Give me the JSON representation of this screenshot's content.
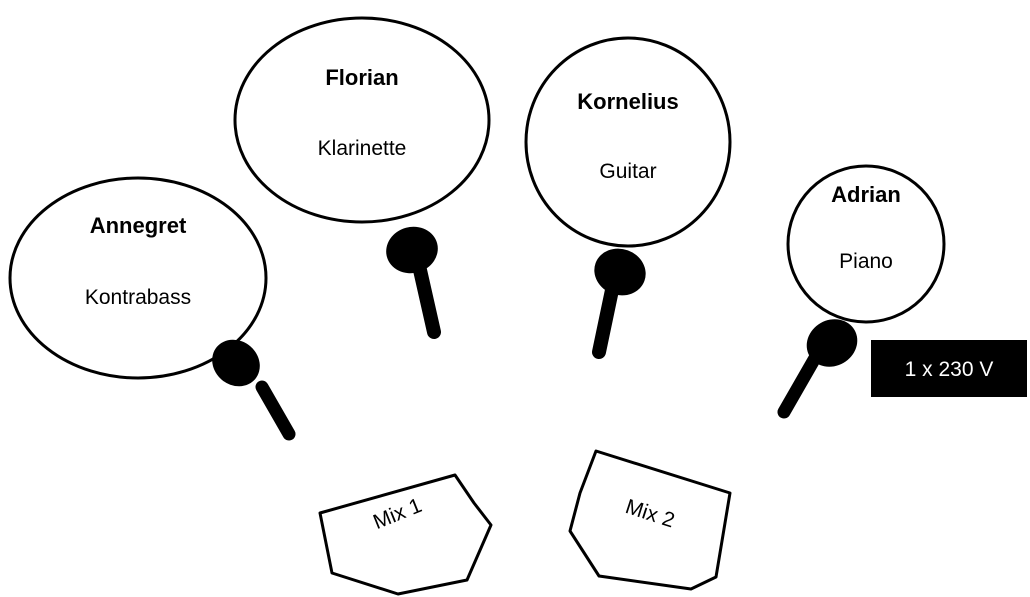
{
  "musicians": [
    {
      "name": "Annegret",
      "instrument": "Kontrabass"
    },
    {
      "name": "Florian",
      "instrument": "Klarinette"
    },
    {
      "name": "Kornelius",
      "instrument": "Guitar"
    },
    {
      "name": "Adrian",
      "instrument": "Piano"
    }
  ],
  "monitors": [
    {
      "label": "Mix 1"
    },
    {
      "label": "Mix 2"
    }
  ],
  "power": {
    "label": "1 x 230 V"
  },
  "colors": {
    "stroke": "#000000",
    "mic": "#000000",
    "power_box": "#000000",
    "power_text": "#ffffff",
    "background": "#ffffff"
  },
  "icons": {
    "microphone": "microphone-icon"
  }
}
